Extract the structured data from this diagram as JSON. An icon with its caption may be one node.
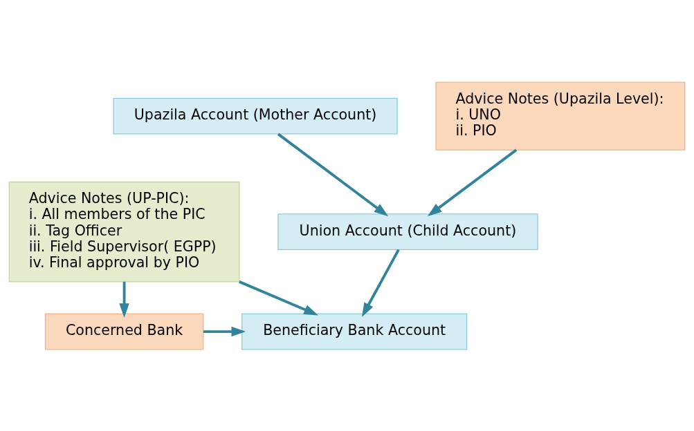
{
  "diagram": {
    "nodes": [
      {
        "text": [
          "Upazila Account (Mother Account)"
        ]
      },
      {
        "text": [
          "Advice Notes (Upazila Level):",
          "i. UNO",
          "ii. PIO"
        ]
      },
      {
        "text": [
          "Union Account (Child Account)"
        ]
      },
      {
        "text": [
          "Advice Notes (UP-PIC):",
          "i. All members of the PIC",
          "ii. Tag Officer",
          "iii. Field Supervisor( EGPP)",
          "iv. Final approval by PIO"
        ]
      },
      {
        "text": [
          "Beneficiary Bank Account"
        ]
      },
      {
        "text": [
          "Concerned Bank"
        ]
      }
    ],
    "edges": [
      {
        "from": 0,
        "to": 2,
        "arrow": "to"
      },
      {
        "from": 1,
        "to": 2,
        "arrow": "to"
      },
      {
        "from": 2,
        "to": 4,
        "arrow": "to"
      },
      {
        "from": 3,
        "to": 4,
        "arrow": "to"
      },
      {
        "from": 3,
        "to": 5,
        "arrow": "to"
      },
      {
        "from": 5,
        "to": 4,
        "arrow": "to"
      }
    ]
  }
}
